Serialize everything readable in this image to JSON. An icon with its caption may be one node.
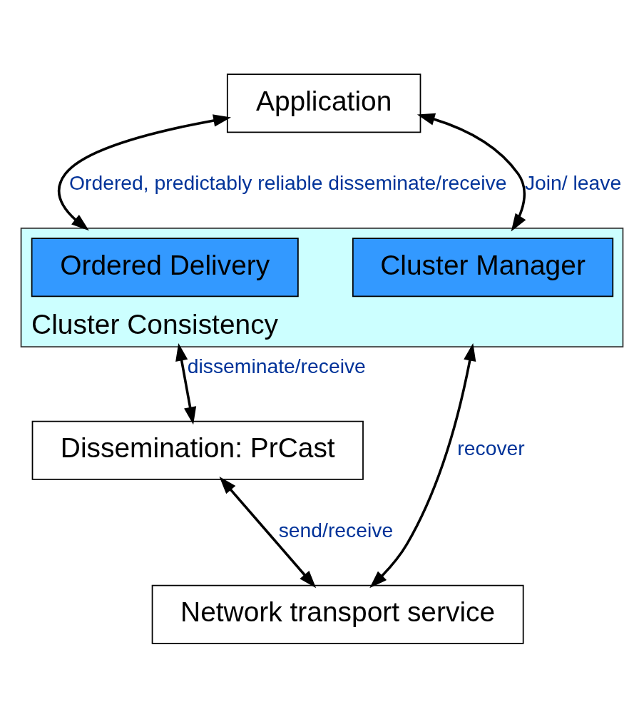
{
  "diagram": {
    "nodes": [
      {
        "text": [
          "Application"
        ]
      },
      {
        "text": [
          "Cluster Consistency"
        ]
      },
      {
        "text": [
          "Ordered Delivery"
        ],
        "in": 1
      },
      {
        "text": [
          "Cluster Manager"
        ],
        "in": 1
      },
      {
        "text": [
          "Dissemination: PrCast"
        ]
      },
      {
        "text": [
          "Network transport service"
        ]
      }
    ],
    "edges": [
      {
        "from": 0,
        "to": 1,
        "arrow": "both",
        "label": "Ordered, predictably reliable disseminate/receive"
      },
      {
        "from": 0,
        "to": 1,
        "arrow": "both",
        "label": "Join/ leave"
      },
      {
        "from": 1,
        "to": 4,
        "arrow": "both",
        "label": "disseminate/receive"
      },
      {
        "from": 4,
        "to": 5,
        "arrow": "both",
        "label": "send/receive"
      },
      {
        "from": 1,
        "to": 5,
        "arrow": "both",
        "label": "recover"
      }
    ]
  }
}
